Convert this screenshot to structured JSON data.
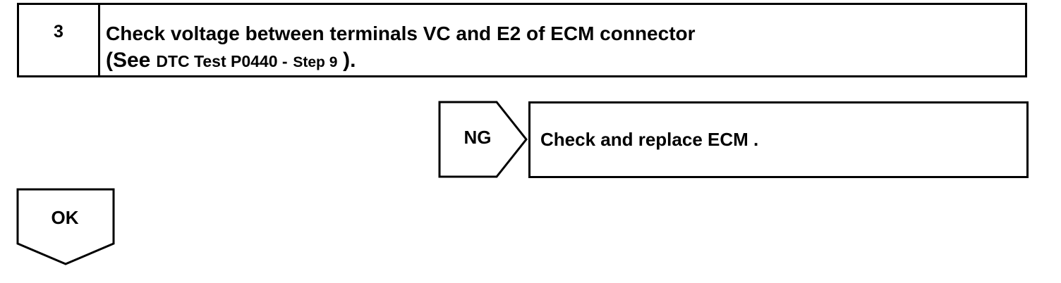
{
  "step": {
    "number": "3",
    "title": "Check voltage between terminals VC and E2 of ECM connector",
    "see_open": "(See",
    "reference": "DTC Test  P0440 -",
    "reference_step": "Step 9",
    "see_close": ").",
    "reference_note": ""
  },
  "ng_branch": {
    "label": "NG",
    "action": "Check and replace ECM ."
  },
  "ok_branch": {
    "label": "OK"
  }
}
